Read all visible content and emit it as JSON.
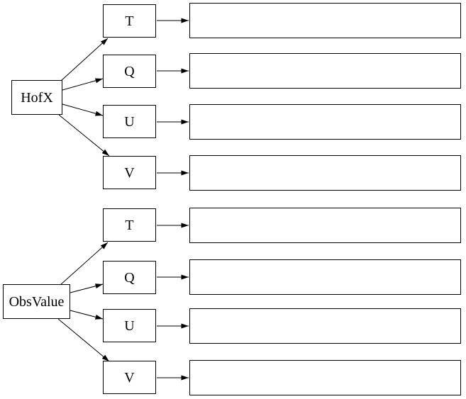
{
  "diagram": {
    "type": "graph",
    "colors": {
      "background": "#ffffff",
      "stroke": "#000000",
      "node_fill": "#ffffff",
      "text": "#000000"
    },
    "groups": [
      {
        "root": {
          "label": "HofX"
        },
        "variables": [
          {
            "label": "T",
            "value": ""
          },
          {
            "label": "Q",
            "value": ""
          },
          {
            "label": "U",
            "value": ""
          },
          {
            "label": "V",
            "value": ""
          }
        ]
      },
      {
        "root": {
          "label": "ObsValue"
        },
        "variables": [
          {
            "label": "T",
            "value": ""
          },
          {
            "label": "Q",
            "value": ""
          },
          {
            "label": "U",
            "value": ""
          },
          {
            "label": "V",
            "value": ""
          }
        ]
      }
    ],
    "edges": [
      {
        "from": "HofX",
        "to": "HofX/T"
      },
      {
        "from": "HofX",
        "to": "HofX/Q"
      },
      {
        "from": "HofX",
        "to": "HofX/U"
      },
      {
        "from": "HofX",
        "to": "HofX/V"
      },
      {
        "from": "HofX/T",
        "to": "HofX/T/value"
      },
      {
        "from": "HofX/Q",
        "to": "HofX/Q/value"
      },
      {
        "from": "HofX/U",
        "to": "HofX/U/value"
      },
      {
        "from": "HofX/V",
        "to": "HofX/V/value"
      },
      {
        "from": "ObsValue",
        "to": "ObsValue/T"
      },
      {
        "from": "ObsValue",
        "to": "ObsValue/Q"
      },
      {
        "from": "ObsValue",
        "to": "ObsValue/U"
      },
      {
        "from": "ObsValue",
        "to": "ObsValue/V"
      },
      {
        "from": "ObsValue/T",
        "to": "ObsValue/T/value"
      },
      {
        "from": "ObsValue/Q",
        "to": "ObsValue/Q/value"
      },
      {
        "from": "ObsValue/U",
        "to": "ObsValue/U/value"
      },
      {
        "from": "ObsValue/V",
        "to": "ObsValue/V/value"
      }
    ]
  }
}
